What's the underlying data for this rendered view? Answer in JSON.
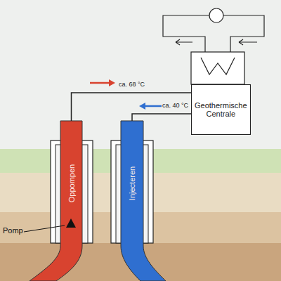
{
  "diagram": {
    "nodes": [
      {
        "text": [
          "Geothermische Centrale"
        ]
      },
      {
        "text": [
          "Oppompen"
        ]
      },
      {
        "text": [
          "Injecteren"
        ]
      }
    ],
    "edges": [
      {
        "from": 1,
        "to": 0,
        "label": "ca. 68 °C",
        "arrow": "none"
      },
      {
        "from": 0,
        "to": 2,
        "label": "ca. 40 °C",
        "arrow": "none"
      }
    ],
    "labels": [
      "Pomp"
    ]
  }
}
